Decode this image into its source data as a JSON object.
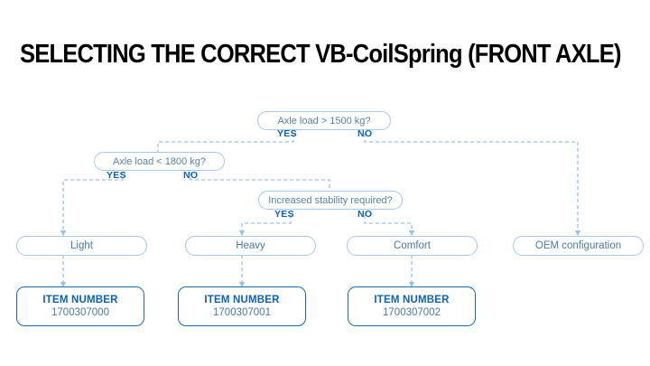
{
  "title": "SELECTING THE CORRECT VB-CoilSpring (FRONT AXLE)",
  "colors": {
    "title": "#000000",
    "accent": "#0b62b4",
    "border_light": "#a8c8e8",
    "border_strong": "#1a6bb5",
    "text_muted": "#5b7f9e",
    "connector": "#9bc2e6"
  },
  "decisions": [
    {
      "id": "d1",
      "text": "Axle load > 1500 kg?",
      "yes_label": "YES",
      "no_label": "NO"
    },
    {
      "id": "d2",
      "text": "Axle load < 1800 kg?",
      "yes_label": "YES",
      "no_label": "NO"
    },
    {
      "id": "d3",
      "text": "Increased stability required?",
      "yes_label": "YES",
      "no_label": "NO"
    }
  ],
  "results": [
    {
      "id": "r1",
      "text": "Light"
    },
    {
      "id": "r2",
      "text": "Heavy"
    },
    {
      "id": "r3",
      "text": "Comfort"
    },
    {
      "id": "r4",
      "text": "OEM configuration"
    }
  ],
  "items": [
    {
      "id": "i1",
      "label": "ITEM NUMBER",
      "value": "1700307000"
    },
    {
      "id": "i2",
      "label": "ITEM NUMBER",
      "value": "1700307001"
    },
    {
      "id": "i3",
      "label": "ITEM NUMBER",
      "value": "1700307002"
    }
  ],
  "flow": {
    "d1_yes_to": "d2",
    "d1_no_to": "r4",
    "d2_yes_to": "r1",
    "d2_no_to": "d3",
    "d3_yes_to": "r2",
    "d3_no_to": "r3",
    "r1_to": "i1",
    "r2_to": "i2",
    "r3_to": "i3"
  }
}
